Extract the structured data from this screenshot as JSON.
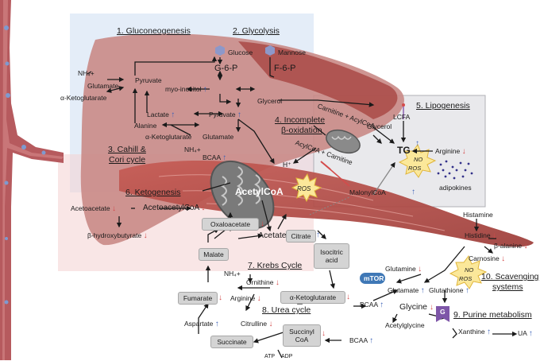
{
  "sections": {
    "gluconeogenesis": "1. Gluconeogenesis",
    "glycolysis": "2. Glycolysis",
    "cahill": "3. Cahill &",
    "cahill2": "Cori cycle",
    "beta": "4. Incomplete",
    "beta2": "β-oxidation",
    "lipogenesis": "5. Lipogenesis",
    "ketogenesis": "6. Ketogenesis",
    "krebs": "7. Krebs Cycle",
    "urea": "8. Urea cycle",
    "purine": "9. Purine metabolism",
    "scavenging": "10. Scavenging",
    "scavenging2": "systems"
  },
  "metabolites": {
    "glucose": "Glucose",
    "mannose": "Mannose",
    "g6p": "G-6-P",
    "f6p": "F-6-P",
    "myoinositol": "myo-inositol",
    "nh4_top": "NH₄+",
    "glutamate_top": "Glutamate",
    "akg_top": "α-Ketoglutarate",
    "pyruvate_top": "Pyruvate",
    "lactate": "Lactate",
    "pyruvate_mid": "Pyruvate",
    "alanine": "Alanine",
    "glycerol_top": "Glycerol",
    "akg_mid": "α-Ketoglutarate",
    "glutamate_mid": "Glutamate",
    "nh4_mid": "NH₄+",
    "bcaa_mid": "BCAA",
    "carnitine_acylcoa": "Carnitine + AcylCoA",
    "acylcoa_carnitine": "AcylCoA + Carnitine",
    "lcfa": "LCFA",
    "glycerol_lipo": "Glycerol",
    "tg": "TG",
    "arginine_lipo": "Arginine",
    "adipokines": "adipokines",
    "h_plus": "H⁺",
    "acetylcoa": "AcetylCoA",
    "ros": "ROS",
    "no": "NO",
    "acetoacetate": "Acetoacetate",
    "acetoacetylcoa": "AcetoacetylCoA",
    "hydroxybutyrate": "β-hydroxybutyrate",
    "malonylcoa": "MalonylCoA",
    "acetate": "Acetate",
    "histamine": "Histamine",
    "histidine": "Histidine",
    "beta_alanine": "β-alanine",
    "carnosine": "Carnosine",
    "mtor": "mTOR",
    "glutamine": "Glutamine",
    "glutamate_scav": "Glutamate",
    "glutathione": "Glutathione",
    "glycine": "Glycine",
    "acetylglycine": "Acetylglycine",
    "g_label": "G",
    "xanthine": "Xanthine",
    "ua": "UA",
    "nh4_urea": "NH₄+",
    "ornithine": "Ornithine",
    "arginine_urea": "Arginine",
    "citrulline": "Citrulline",
    "aspartate": "Aspartate",
    "bcaa_krebs": "BCAA",
    "bcaa_succ": "BCAA",
    "atp": "ATP",
    "adp": "ADP"
  },
  "boxes": {
    "oxaloacetate": "Oxaloacetate",
    "citrate": "Citrate",
    "isocitric": "Isocitric acid",
    "malate": "Malate",
    "fumarate": "Fumarate",
    "akg_box": "α-Ketoglutarate",
    "succinyl": "Succinyl CoA",
    "succinate": "Succinate"
  },
  "colors": {
    "up_arrow": "#3d63b8",
    "down_arrow": "#d44b4b",
    "liver_tissue": "#c98a86",
    "muscle_tissue": "#b34a45",
    "vessel": "#b65a5e",
    "panel_blue": "#dbe7f6",
    "panel_pink": "#f4d2d2",
    "mtor_badge": "#3f78b6",
    "purine_badge": "#7e56a8"
  }
}
